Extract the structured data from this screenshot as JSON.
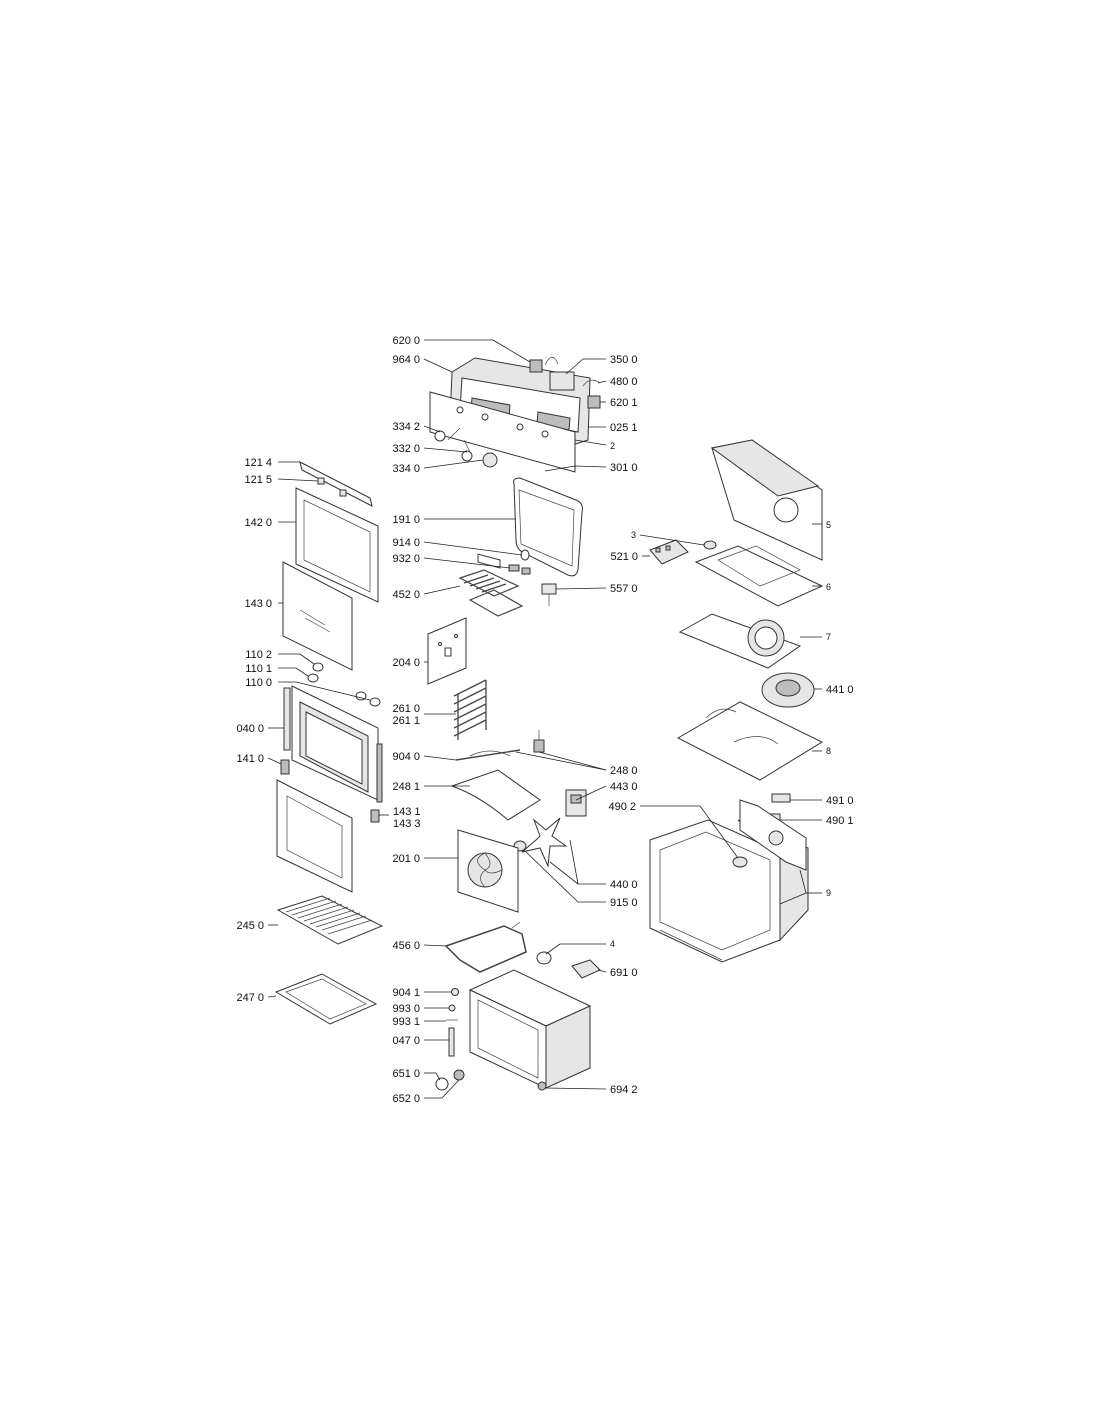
{
  "labels": {
    "l6200": "620 0",
    "l9640": "964 0",
    "l3500": "350 0",
    "l4800": "480 0",
    "l6201": "620 1",
    "l3342": "334 2",
    "l0251": "025 1",
    "l3320": "332 0",
    "l2": "2",
    "l3340": "334 0",
    "l3010": "301 0",
    "l1214": "121 4",
    "l1215": "121 5",
    "l1420": "142 0",
    "l1430": "143 0",
    "l1102": "110 2",
    "l1101": "110 1",
    "l1100": "110 0",
    "l0400": "040 0",
    "l1410": "141 0",
    "l1431": "143 1",
    "l1433": "143 3",
    "l2450": "245 0",
    "l2470": "247 0",
    "l1910": "191 0",
    "l9140": "914 0",
    "l9320": "932 0",
    "l4520": "452 0",
    "l5570": "557 0",
    "l2040": "204 0",
    "l2610": "261 0",
    "l2611": "261 1",
    "l9040": "904 0",
    "l2480": "248 0",
    "l2481": "248 1",
    "l4430": "443 0",
    "l4902": "490 2",
    "l2010": "201 0",
    "l4400": "440 0",
    "l9150": "915 0",
    "l4560": "456 0",
    "l4": "4",
    "l6910": "691 0",
    "l9041": "904 1",
    "l9930": "993 0",
    "l9931": "993 1",
    "l0470": "047 0",
    "l6510": "651 0",
    "l6520": "652 0",
    "l6942": "694 2",
    "l3": "3",
    "l5210": "521 0",
    "l5": "5",
    "l6": "6",
    "l7": "7",
    "l4410": "441 0",
    "l8": "8",
    "l4910": "491 0",
    "l4901": "490 1",
    "l9": "9"
  }
}
